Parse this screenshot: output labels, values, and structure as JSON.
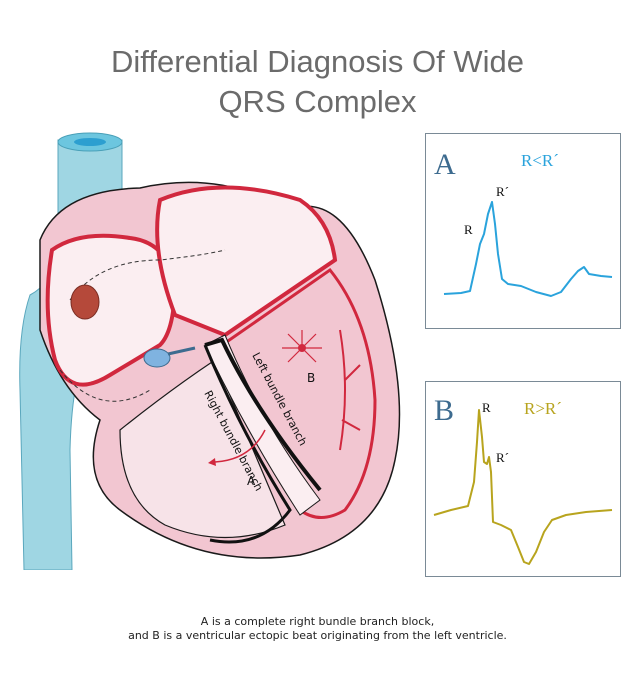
{
  "title": {
    "line1": "Differential Diagnosis Of Wide",
    "line2": "QRS Complex"
  },
  "heart": {
    "labels": {
      "left_bundle_branch": "Left bundle branch",
      "right_bundle_branch": "Right bundle branch",
      "marker_a": "A",
      "marker_b": "B"
    }
  },
  "panel_a": {
    "letter": "A",
    "relation": "R<R´",
    "r_label": "R",
    "r_prime_label": "R´",
    "color": "#2aa3dc"
  },
  "panel_b": {
    "letter": "B",
    "relation": "R>R´",
    "r_label": "R",
    "r_prime_label": "R´",
    "color": "#b8a41e"
  },
  "colors": {
    "letter": "#3d6b8f",
    "myocardium": "#f2c6d1",
    "conduction": "#d1283e",
    "vessel": "#9fd6e3"
  },
  "caption": {
    "line1": "A is a complete right bundle branch block,",
    "line2": "and B is a ventricular ectopic beat originating from the left ventricle."
  }
}
